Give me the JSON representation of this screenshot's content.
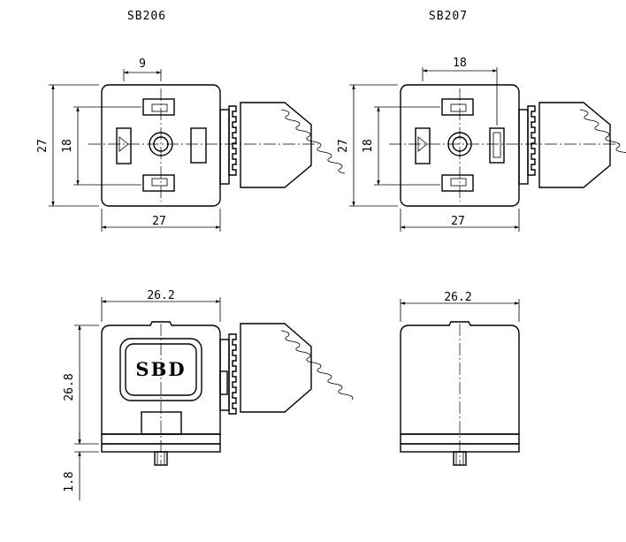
{
  "views": {
    "sb206_title": "SB206",
    "sb207_title": "SB207"
  },
  "dimensions": {
    "sb206_top_width": "9",
    "sb207_top_width": "18",
    "sb206_height": "27",
    "sb206_pin_span": "18",
    "sb206_bottom_width": "27",
    "sb207_height": "27",
    "sb207_pin_span": "18",
    "sb207_bottom_width": "27",
    "side_width_left": "26.2",
    "side_width_right": "26.2",
    "side_height": "26.8",
    "base_thickness": "1.8"
  },
  "logo_text": "SBD"
}
